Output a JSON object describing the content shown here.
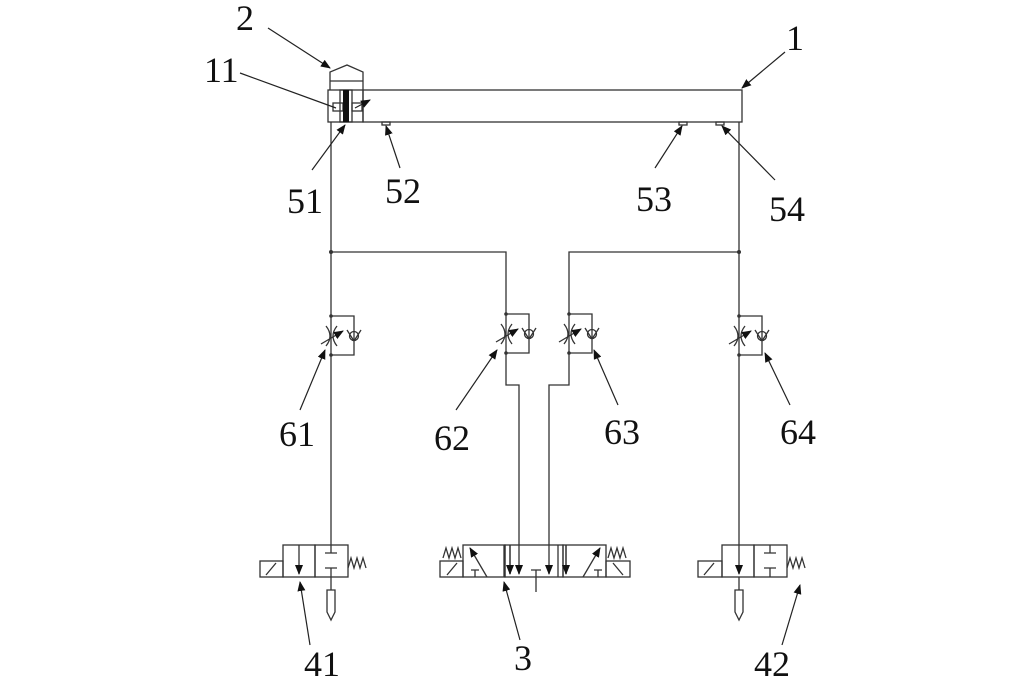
{
  "diagram": {
    "labels": {
      "l1": "1",
      "l2": "2",
      "l11": "11",
      "l51": "51",
      "l52": "52",
      "l53": "53",
      "l54": "54",
      "l61": "61",
      "l62": "62",
      "l63": "63",
      "l64": "64",
      "l41": "41",
      "l3": "3",
      "l42": "42"
    }
  }
}
